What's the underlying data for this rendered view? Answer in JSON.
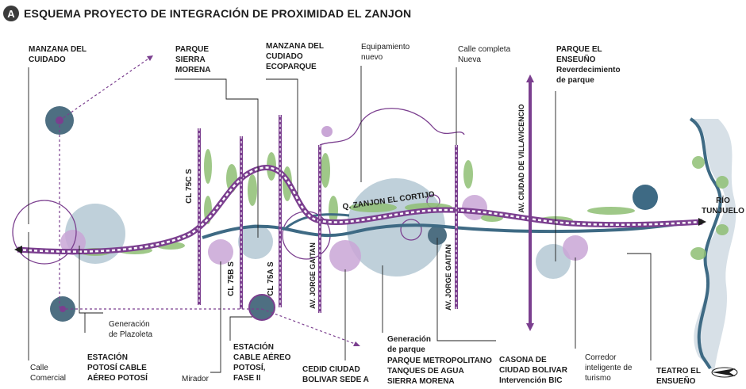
{
  "header": {
    "badge": "A",
    "title": "ESQUEMA PROYECTO DE INTEGRACIÓN DE PROXIMIDAD EL ZANJON"
  },
  "labels": {
    "manzana_cuidado": "MANZANA DEL\nCUIDADO",
    "parque_sierra": "PARQUE\nSIERRA\nMORENA",
    "manzana_ecoparque": "MANZANA DEL\nCUDIADO\nECOPARQUE",
    "equipamiento": "Equipamiento\nnuevo",
    "calle_completa": "Calle completa\nNueva",
    "parque_ensueno_title": "PARQUE EL\nENSEUÑO",
    "parque_ensueno_sub": "Reverdecimiento\nde parque",
    "generacion_plazoleta": "Generación\nde Plazoleta",
    "calle_comercial": "Calle\nComercial",
    "estacion_potosi": "ESTACIÓN\nPOTOSÍ CABLE\nAÉREO POTOSÍ",
    "mirador": "Mirador",
    "estacion_cable": "ESTACIÓN\nCABLE AÉREO\nPOTOSÍ,\nFASE II",
    "cedid": "CEDID CIUDAD\nBOLIVAR SEDE A",
    "generacion_parque": "Generación\nde parque",
    "parque_metro": "PARQUE METROPOLITANO\nTANQUES DE AGUA\nSIERRA MORENA",
    "casona_title": "CASONA DE\nCIUDAD BOLIVAR",
    "casona_sub": "Intervención BIC",
    "corredor": "Corredor\ninteligente de\nturismo",
    "teatro": "TEATRO EL\nENSUEÑO",
    "rio": "RÍO\nTUNJUELO"
  },
  "roads": {
    "cl75cs": "CL 75C S",
    "cl75bs": "CL 75B S",
    "cl75as": "CL 75A S",
    "jorge1": "AV. JORGE GAITAN",
    "jorge2": "AV. JORGE GAITAN",
    "villavicencio": "AV. CIUDAD DE VILLAVICENCIO",
    "zanjon": "Q. ZANJON EL CORTIJO"
  },
  "colors": {
    "purple": "#7b3f8f",
    "lilac": "#c9a6d6",
    "blue_gray": "#a9c0cd",
    "slate": "#4e6f82",
    "river": "#3e6a84",
    "tree": "#8fbf74"
  }
}
